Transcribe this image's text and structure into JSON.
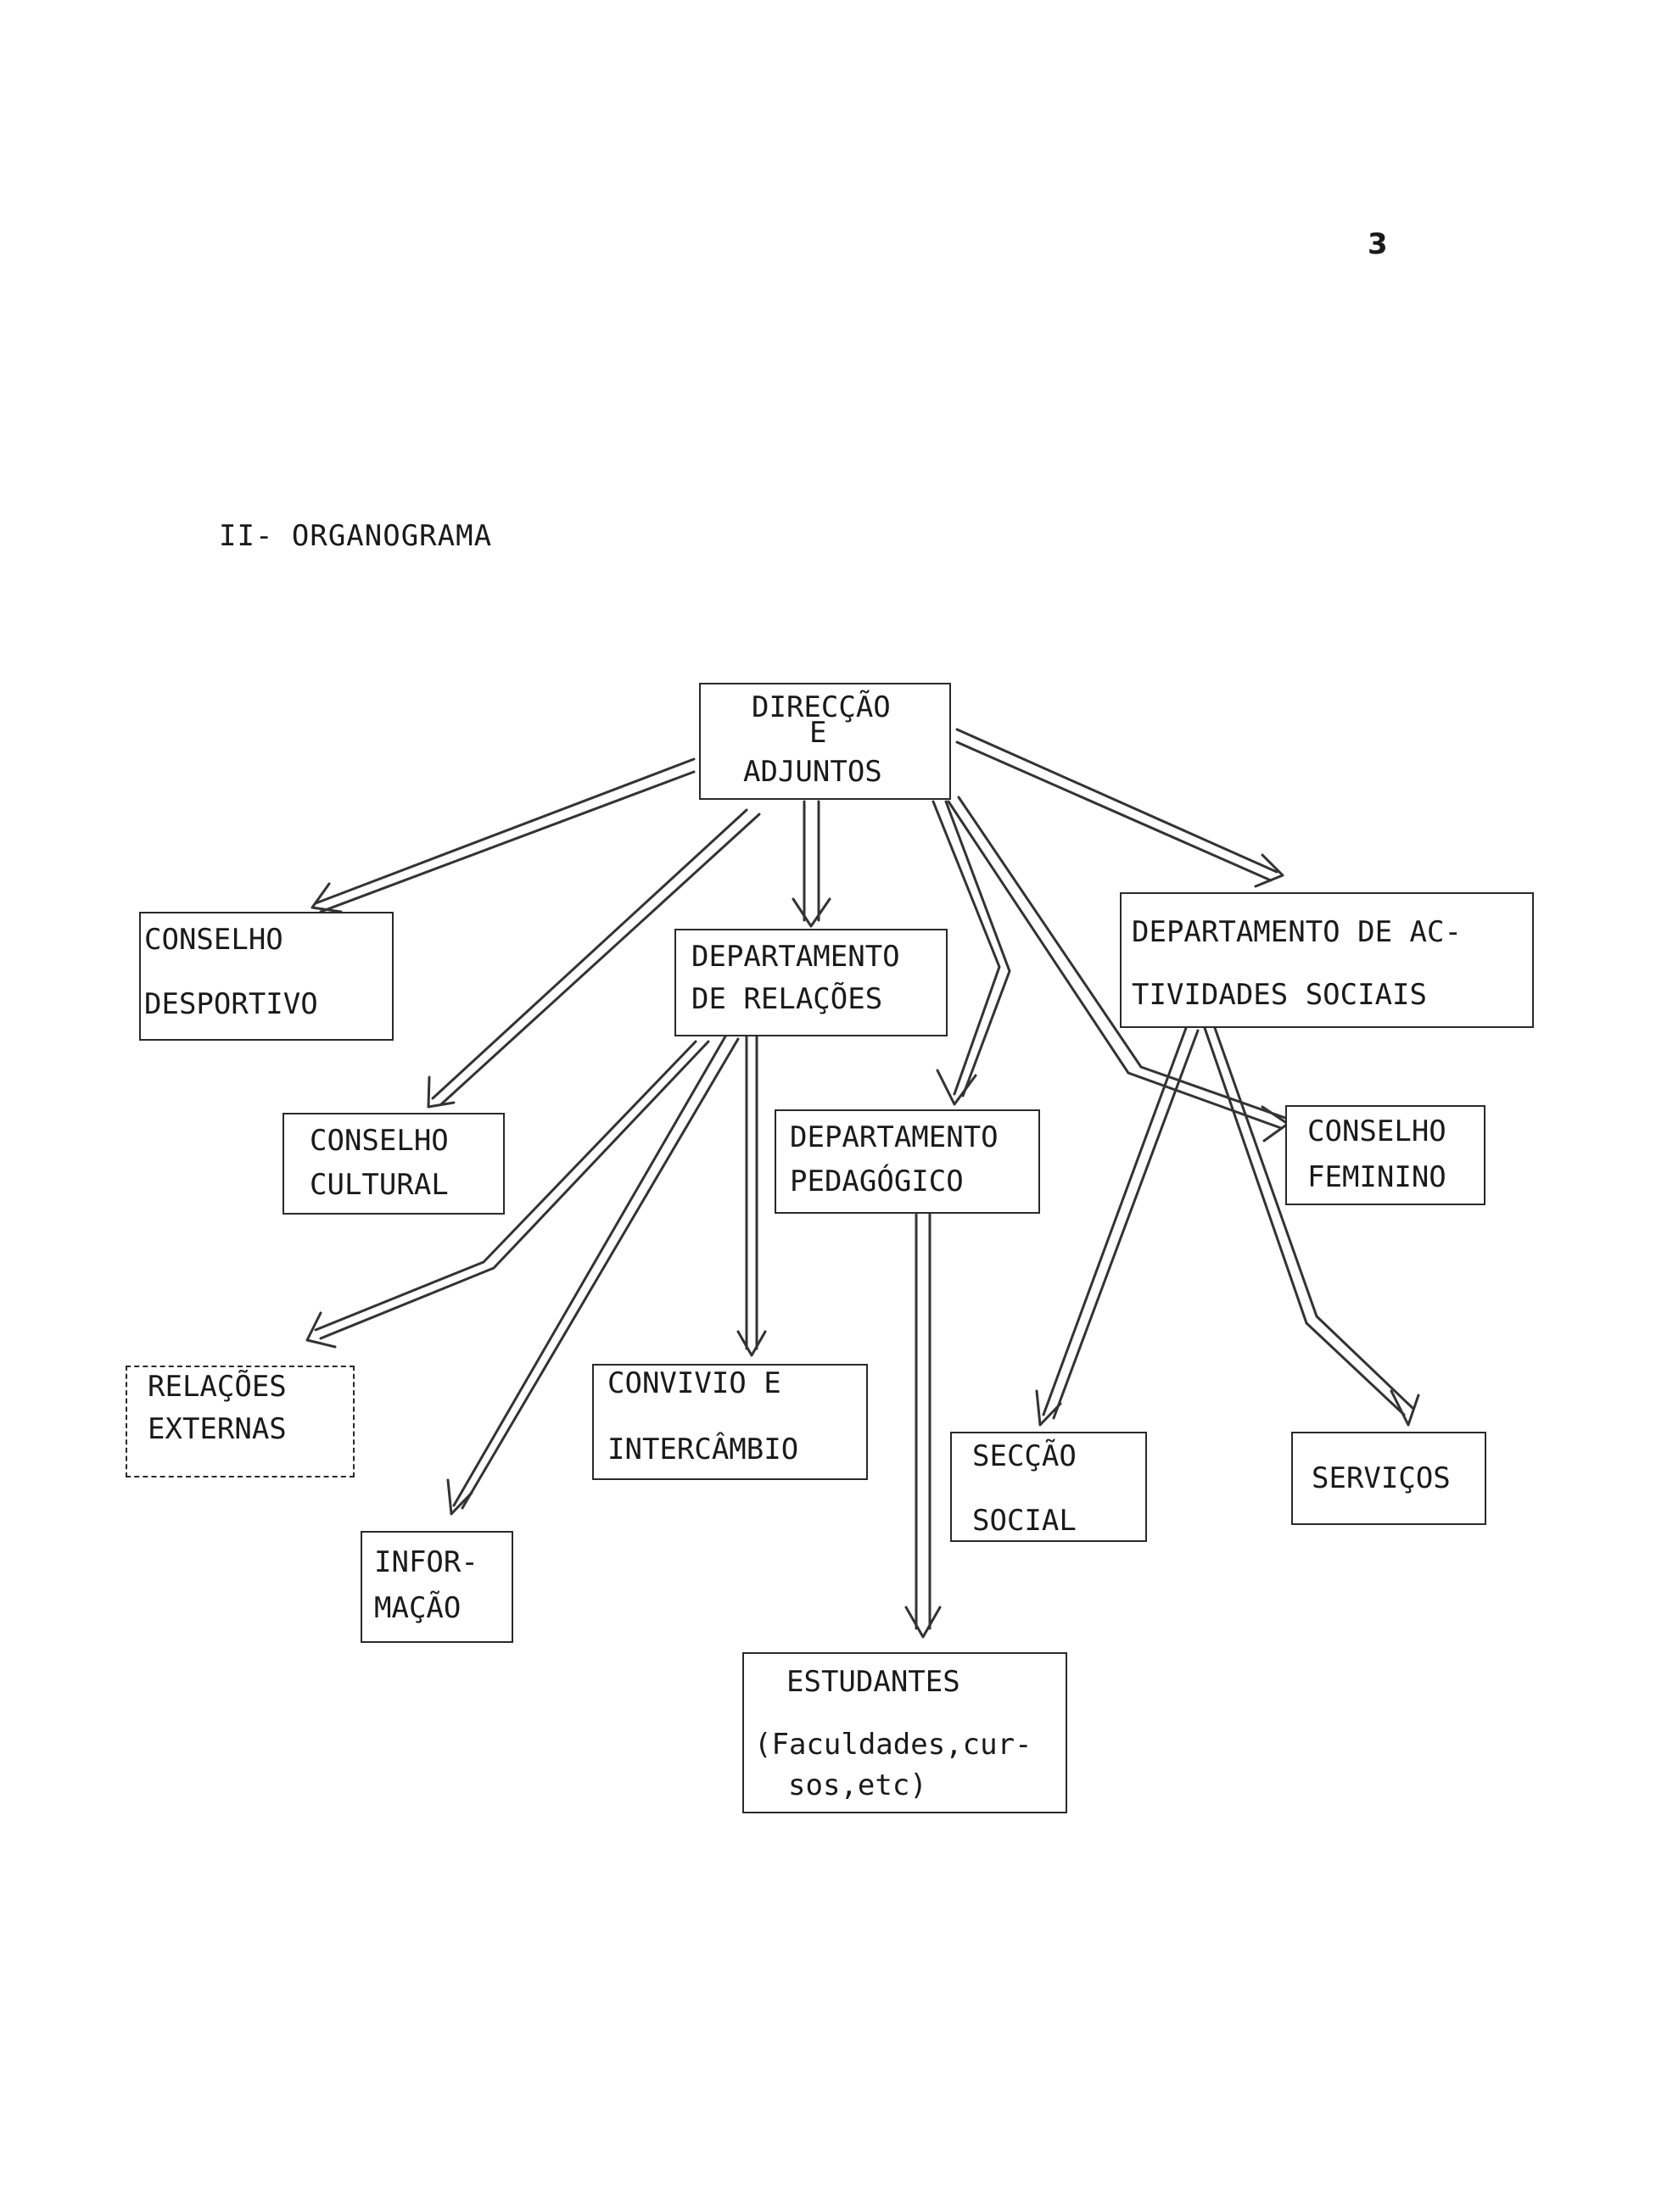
{
  "page_number": "3",
  "section_title": "II- ORGANOGRAMA",
  "nodes": {
    "direccao": [
      "DIRECÇÃO",
      "E",
      "ADJUNTOS"
    ],
    "conselho_desportivo": [
      "CONSELHO",
      "DESPORTIVO"
    ],
    "dep_relacoes": [
      "DEPARTAMENTO",
      "DE RELAÇÕES"
    ],
    "dep_actividades": [
      "DEPARTAMENTO  DE AC-",
      "TIVIDADES  SOCIAIS"
    ],
    "conselho_cultural": [
      "CONSELHO",
      "CULTURAL"
    ],
    "dep_pedagogico": [
      "DEPARTAMENTO",
      "PEDAGÓGICO"
    ],
    "conselho_feminino": [
      "CONSELHO",
      "FEMININO"
    ],
    "relacoes_externas": [
      "RELAÇÕES",
      "EXTERNAS"
    ],
    "convivio": [
      "CONVIVIO  E",
      "INTERCÂMBIO"
    ],
    "seccao_social": [
      "SECÇÃO",
      "SOCIAL"
    ],
    "servicos": [
      "SERVIÇOS"
    ],
    "informacao": [
      "INFOR-",
      "MAÇÃO"
    ],
    "estudantes": [
      "ESTUDANTES",
      "(Faculdades,cur-",
      "sos,etc)"
    ]
  }
}
